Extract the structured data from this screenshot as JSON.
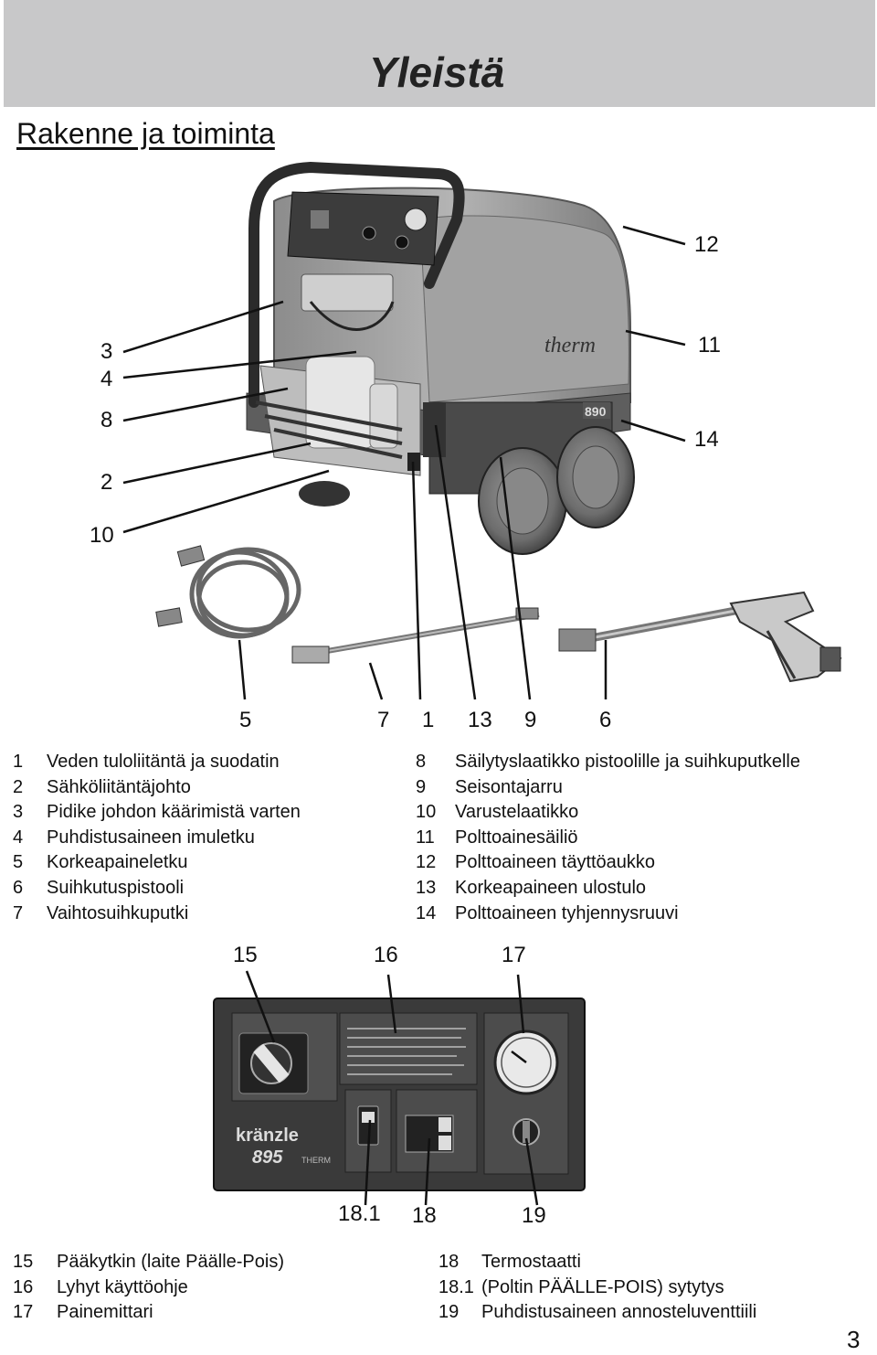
{
  "header": {
    "title": "Yleistä"
  },
  "section_title": "Rakenne ja toiminta",
  "machine_callouts": {
    "c3": "3",
    "c4": "4",
    "c8": "8",
    "c2": "2",
    "c10": "10",
    "c12": "12",
    "c11": "11",
    "c14": "14",
    "c5": "5",
    "c7": "7",
    "c1": "1",
    "c13": "13",
    "c9": "9",
    "c6": "6"
  },
  "machine_illustration": {
    "brand_text": "therm",
    "model_text": "890"
  },
  "legend_left": [
    {
      "num": "1",
      "text": "Veden tuloliitäntä ja suodatin"
    },
    {
      "num": "2",
      "text": "Sähköliitäntäjohto"
    },
    {
      "num": "3",
      "text": "Pidike johdon käärimistä varten"
    },
    {
      "num": "4",
      "text": "Puhdistusaineen imuletku"
    },
    {
      "num": "5",
      "text": "Korkeapaineletku"
    },
    {
      "num": "6",
      "text": "Suihkutuspistooli"
    },
    {
      "num": "7",
      "text": "Vaihtosuihkuputki"
    }
  ],
  "legend_right": [
    {
      "num": "8",
      "text": "Säilytyslaatikko pistoolille ja suihkuputkelle"
    },
    {
      "num": "9",
      "text": "Seisontajarru"
    },
    {
      "num": "10",
      "text": "Varustelaatikko"
    },
    {
      "num": "11",
      "text": "Polttoainesäiliö"
    },
    {
      "num": "12",
      "text": "Polttoaineen täyttöaukko"
    },
    {
      "num": "13",
      "text": "Korkeapaineen ulostulo"
    },
    {
      "num": "14",
      "text": "Polttoaineen tyhjennysruuvi"
    }
  ],
  "panel_callouts": {
    "c15": "15",
    "c16": "16",
    "c17": "17",
    "c18_1": "18.1",
    "c18": "18",
    "c19": "19"
  },
  "panel_illustration": {
    "brand": "kränzle",
    "model": "895",
    "model_suffix": "THERM"
  },
  "legend2_left": [
    {
      "num": "15",
      "text": "Pääkytkin (laite Päälle-Pois)"
    },
    {
      "num": "16",
      "text": "Lyhyt käyttöohje"
    },
    {
      "num": "17",
      "text": "Painemittari"
    }
  ],
  "legend2_right": [
    {
      "num": "18",
      "text": "Termostaatti"
    },
    {
      "num": "18.1",
      "text": "(Poltin PÄÄLLE-POIS) sytytys"
    },
    {
      "num": "19",
      "text": "Puhdistusaineen annosteluventtiili"
    }
  ],
  "page_number": "3"
}
